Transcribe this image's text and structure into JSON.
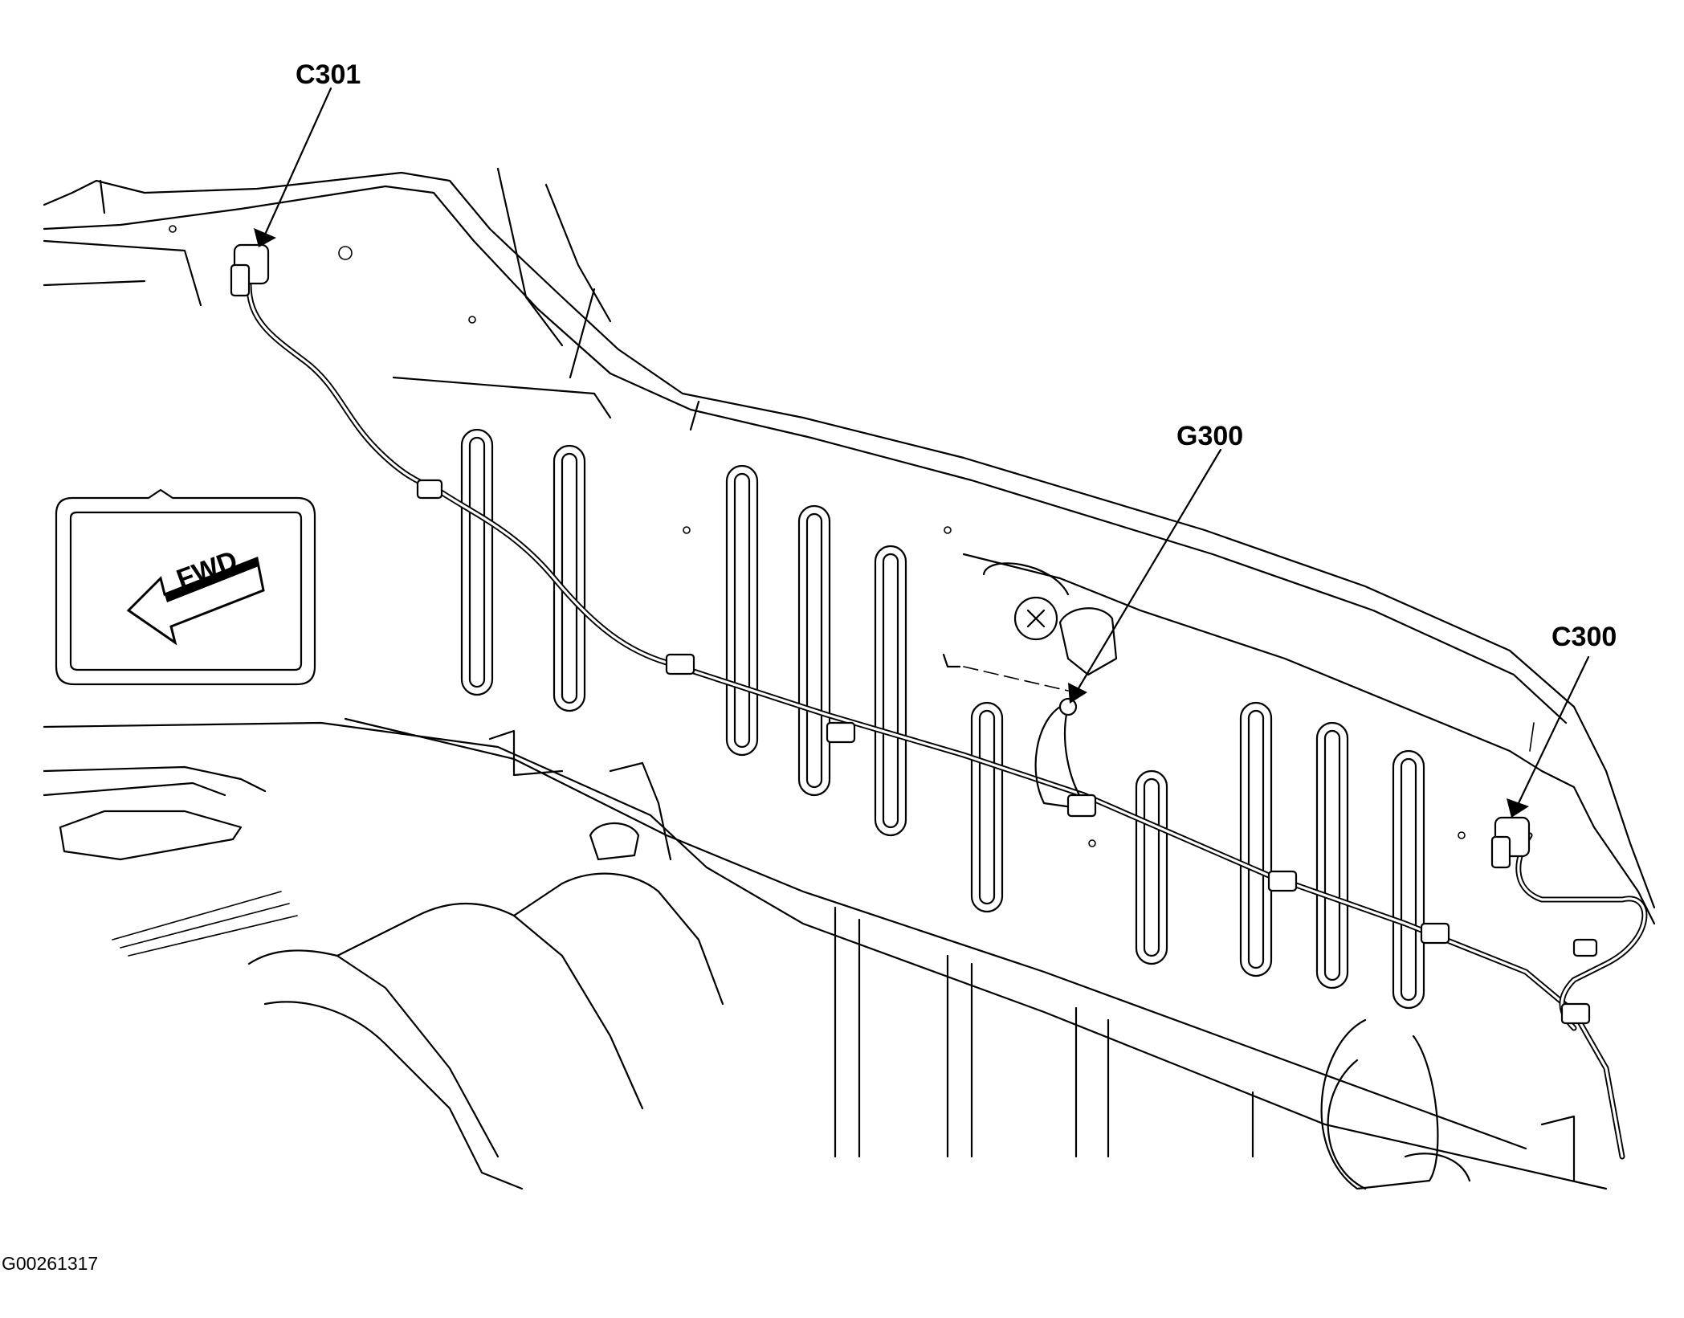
{
  "callouts": [
    {
      "id": "c301",
      "label": "C301"
    },
    {
      "id": "g300",
      "label": "G300"
    },
    {
      "id": "c300",
      "label": "C300"
    }
  ],
  "direction_badge": {
    "label": "FWD",
    "icon": "forward-arrow-icon"
  },
  "figure_id": "G00261317",
  "colors": {
    "line": "#000000",
    "background": "#ffffff"
  }
}
